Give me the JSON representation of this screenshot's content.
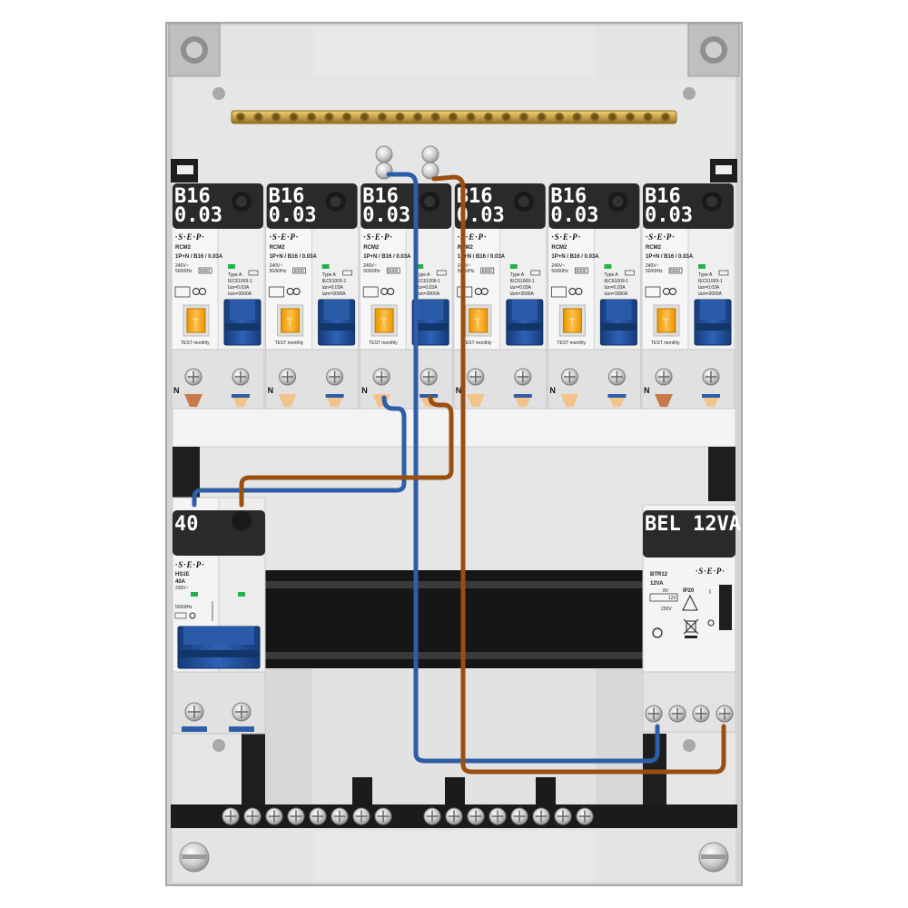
{
  "colors": {
    "enclosure": "#d9d9d9",
    "panel": "#e9e9e9",
    "label_bg": "#2a2a2a",
    "handle_blue": "#1f4f9a",
    "test_orange": "#f5a000",
    "wire_blue": "#2f5ea8",
    "wire_brown": "#9a4f10",
    "busbar_brass": "#c8a24a",
    "din_rail": "#1e1e1e"
  },
  "rcbo_modules": [
    {
      "rating": "B16",
      "sensitivity": "0.03",
      "brand": "·S·E·P·",
      "model": "RCM2",
      "spec": "1P+N / B16 / 0.03A",
      "voltage": "240V~",
      "freq": "50/60Hz",
      "rating_box": "6000",
      "type": "Type A",
      "standard": "IEC61009-1",
      "i_line1": "I∆n=0,03A",
      "i_line2": "I∆m=3000A",
      "test": "TEST monthly",
      "neutral": "N"
    },
    {
      "rating": "B16",
      "sensitivity": "0.03",
      "brand": "·S·E·P·",
      "model": "RCM2",
      "spec": "1P+N / B16 / 0.03A",
      "voltage": "240V~",
      "freq": "50/60Hz",
      "rating_box": "6000",
      "type": "Type A",
      "standard": "IEC61009-1",
      "i_line1": "I∆n=0,03A",
      "i_line2": "I∆m=3000A",
      "test": "TEST monthly",
      "neutral": "N"
    },
    {
      "rating": "B16",
      "sensitivity": "0.03",
      "brand": "·S·E·P·",
      "model": "RCM2",
      "spec": "1P+N / B16 / 0.03A",
      "voltage": "240V~",
      "freq": "50/60Hz",
      "rating_box": "6000",
      "type": "Type A",
      "standard": "IEC61009-1",
      "i_line1": "I∆n=0,03A",
      "i_line2": "I∆m=3000A",
      "test": "TEST monthly",
      "neutral": "N"
    },
    {
      "rating": "B16",
      "sensitivity": "0.03",
      "brand": "·S·E·P·",
      "model": "RCM2",
      "spec": "1P+N / B16 / 0.03A",
      "voltage": "240V~",
      "freq": "50/60Hz",
      "rating_box": "6000",
      "type": "Type A",
      "standard": "IEC61009-1",
      "i_line1": "I∆n=0,03A",
      "i_line2": "I∆m=3000A",
      "test": "TEST monthly",
      "neutral": "N"
    },
    {
      "rating": "B16",
      "sensitivity": "0.03",
      "brand": "·S·E·P·",
      "model": "RCM2",
      "spec": "1P+N / B16 / 0.03A",
      "voltage": "240V~",
      "freq": "50/60Hz",
      "rating_box": "6000",
      "type": "Type A",
      "standard": "IEC61009-1",
      "i_line1": "I∆n=0,03A",
      "i_line2": "I∆m=3000A",
      "test": "TEST monthly",
      "neutral": "N"
    },
    {
      "rating": "B16",
      "sensitivity": "0.03",
      "brand": "·S·E·P·",
      "model": "RCM2",
      "spec": "1P+N / B16 / 0.03A",
      "voltage": "240V~",
      "freq": "50/60Hz",
      "rating_box": "6000",
      "type": "Type A",
      "standard": "IEC61009-1",
      "i_line1": "I∆n=0,03A",
      "i_line2": "I∆m=3000A",
      "test": "TEST monthly",
      "neutral": "N"
    }
  ],
  "main_switch": {
    "rating": "40",
    "brand": "·S·E·P·",
    "model": "HS1E",
    "current": "40A",
    "voltage": "230V~",
    "freq": "50/60Hz"
  },
  "bell_transformer": {
    "label": "BEL 12VA",
    "brand": "·S·E·P·",
    "model": "BTR12",
    "power": "12VA",
    "ip": "IP20",
    "v1": "8V",
    "v2": "12V",
    "input": "230V"
  }
}
